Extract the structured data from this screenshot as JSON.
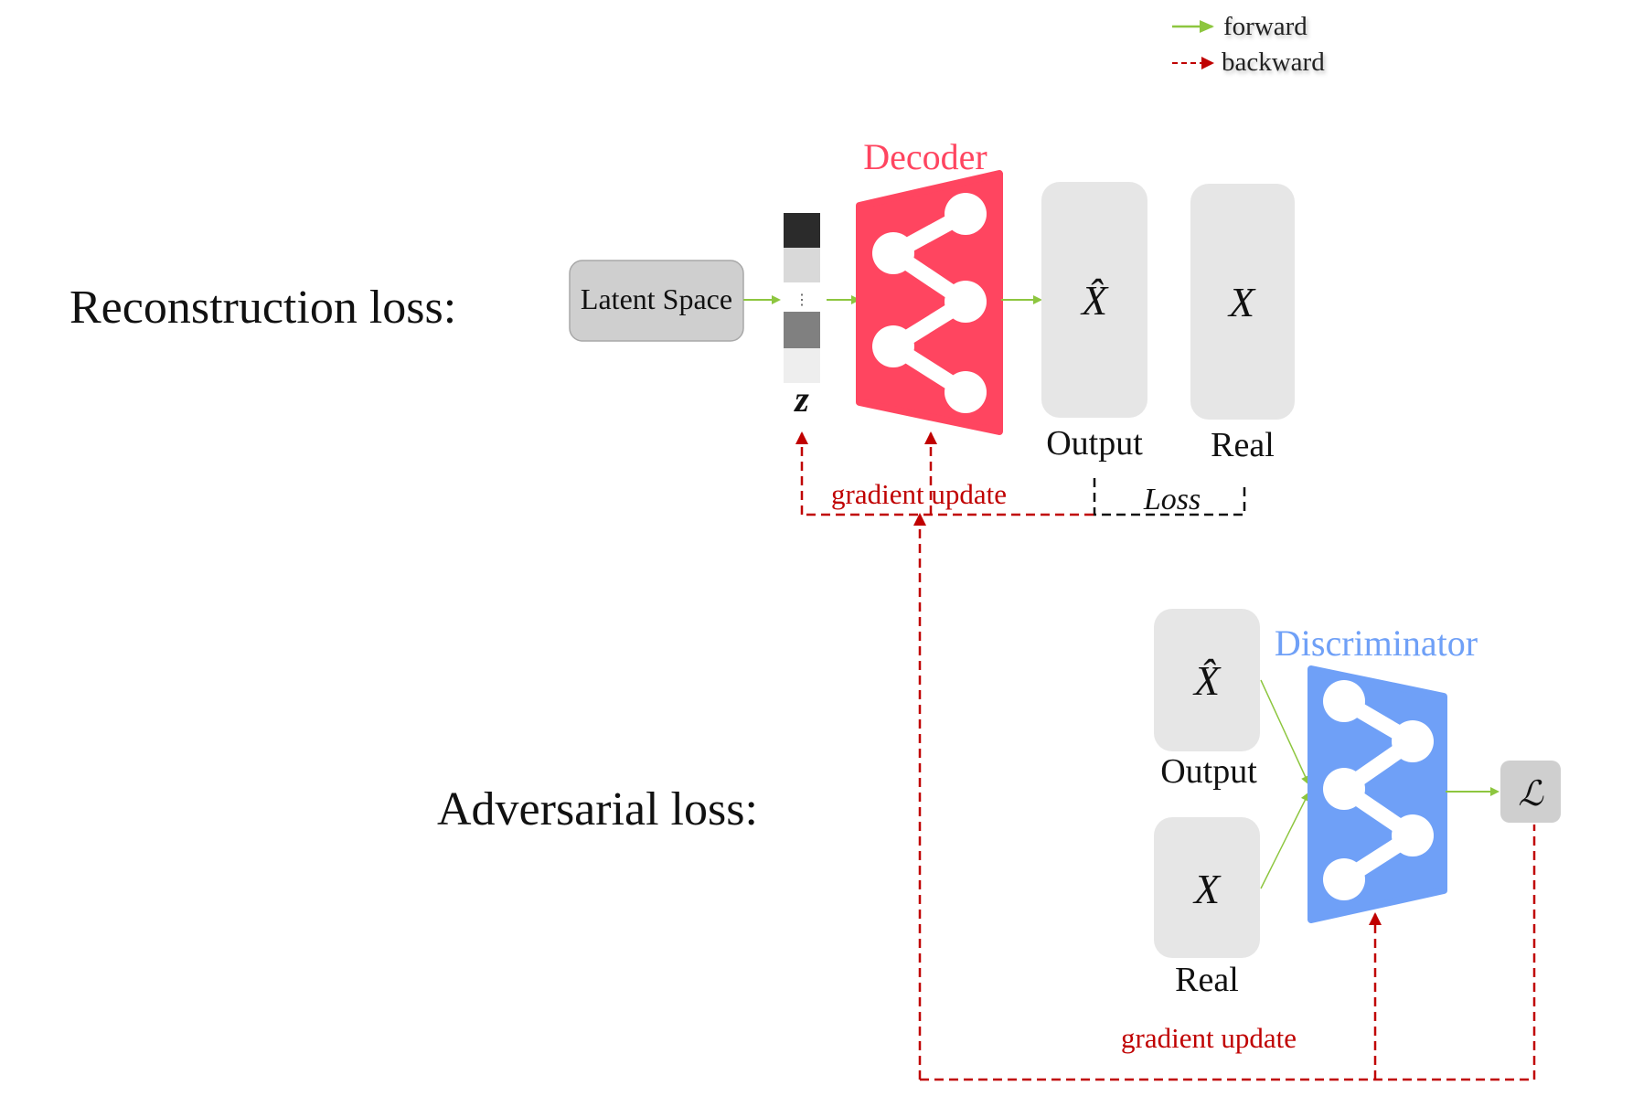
{
  "legend": {
    "forward_label": "forward",
    "backward_label": "backward"
  },
  "reconstruction": {
    "title": "Reconstruction loss:",
    "latent_space_label": "Latent Space",
    "latent_dots": "⋮",
    "z_label": "z",
    "decoder_label": "Decoder",
    "output_symbol": "X̂",
    "output_label": "Output",
    "real_symbol": "X",
    "real_label": "Real",
    "loss_label": "Loss",
    "gradient_label": "gradient update"
  },
  "adversarial": {
    "title": "Adversarial loss:",
    "output_symbol": "X̂",
    "output_label": "Output",
    "real_symbol": "X",
    "real_label": "Real",
    "discriminator_label": "Discriminator",
    "loss_symbol": "ℒ",
    "gradient_label": "gradient update"
  },
  "colors": {
    "forward": "#8dc63f",
    "backward": "#c00000",
    "decoder": "#ff4560",
    "discriminator": "#6fa0f7",
    "box": "#e6e6e6",
    "latent_box": "#cfcfcf"
  }
}
